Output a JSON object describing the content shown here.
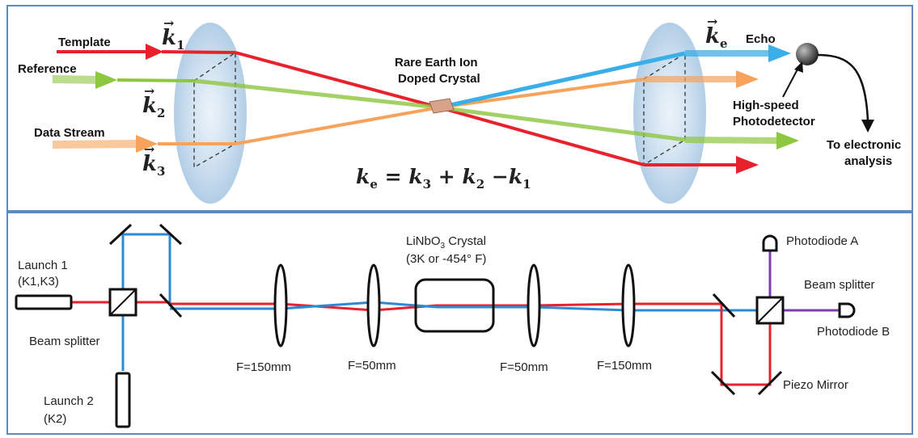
{
  "top": {
    "template": "Template",
    "reference": "Reference",
    "data_stream": "Data Stream",
    "k1": "k",
    "k1_sub": "1",
    "k2": "k",
    "k2_sub": "2",
    "k3": "k",
    "k3_sub": "3",
    "ke": "k",
    "ke_sub": "e",
    "echo": "Echo",
    "crystal_line1": "Rare Earth Ion",
    "crystal_line2": "Doped Crystal",
    "detector_line1": "High-speed",
    "detector_line2": "Photodetector",
    "analysis_line1": "To electronic",
    "analysis_line2": "analysis",
    "equation": "k_e = k_3 + k_2 − k_1",
    "colors": {
      "template": "#e8222c",
      "reference": "#8dc63f",
      "data_stream": "#f7a35c",
      "echo": "#3aaee8"
    }
  },
  "bottom": {
    "launch1_line1": "Launch 1",
    "launch1_line2": "(K1,K3)",
    "launch2_line1": "Launch 2",
    "launch2_line2": "(K2)",
    "beam_splitter_left": "Beam splitter",
    "crystal_line1": "LiNbO",
    "crystal_sub": "3",
    "crystal_line1b": " Crystal",
    "crystal_line2": "(3K or -454° F)",
    "lens1": "F=150mm",
    "lens2": "F=50mm",
    "lens3": "F=50mm",
    "lens4": "F=150mm",
    "photodiode_a": "Photodiode A",
    "photodiode_b": "Photodiode B",
    "beam_splitter_right": "Beam splitter",
    "piezo_mirror": "Piezo Mirror",
    "colors": {
      "red_beam": "#e8222c",
      "blue_beam": "#2a8ad4",
      "purple_beam": "#7b3fb2"
    }
  }
}
